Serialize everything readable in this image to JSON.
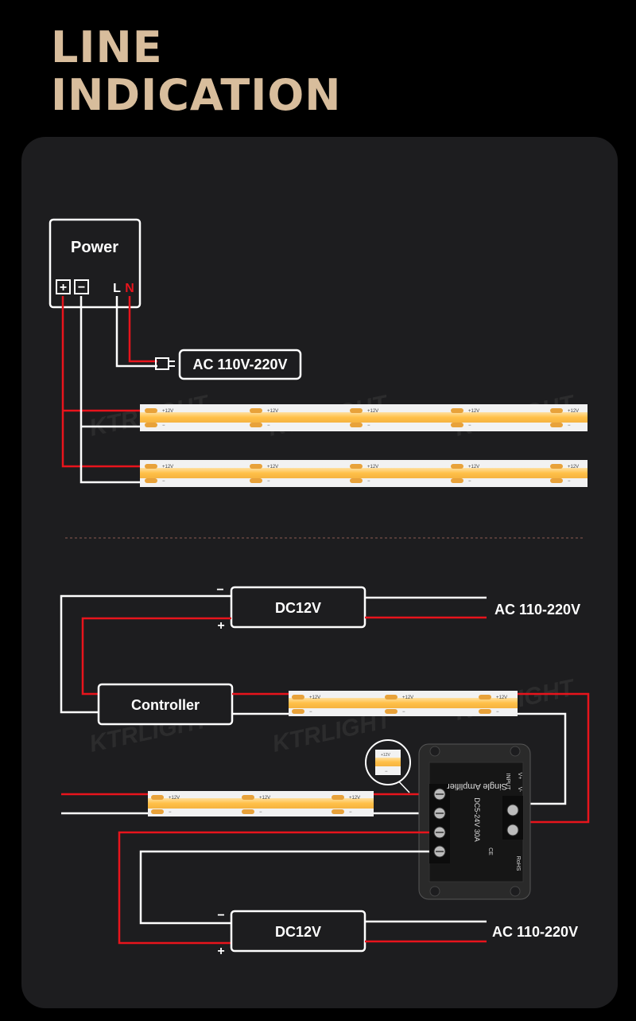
{
  "title": {
    "line1": "LINE",
    "line2": "INDICATION"
  },
  "diagram1": {
    "power_label": "Power",
    "plus": "+",
    "minus": "−",
    "l": "L",
    "n": "N",
    "ac_label": "AC 110V-220V"
  },
  "diagram2": {
    "dc_top": "DC12V",
    "ac_top": "AC 110-220V",
    "minus_top": "−",
    "plus_top": "+",
    "controller": "Controller",
    "dc_bottom": "DC12V",
    "ac_bottom": "AC 110-220V",
    "minus_bottom": "−",
    "plus_bottom": "+",
    "amp_name": "Single Amplifier",
    "amp_spec": "DC5-24V 30A",
    "amp_input": "INPUT",
    "amp_v_plus": "V+",
    "amp_v_minus": "V-",
    "amp_rohs": "RoHS",
    "amp_ce": "CE"
  },
  "strip_labels": {
    "plus": "+12V",
    "minus": "−"
  },
  "watermark": "KTRLIGHT",
  "colors": {
    "title": "#d8bd9c",
    "panel": "#1d1d1f",
    "wire_red": "#e8141c",
    "wire_white": "#ffffff",
    "led": "#ffc75a"
  }
}
